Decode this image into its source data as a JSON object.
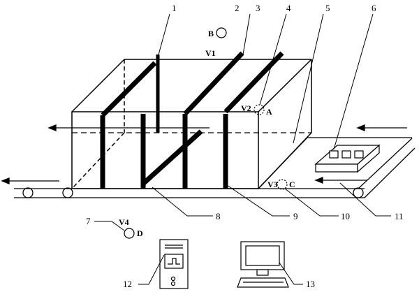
{
  "callouts": [
    {
      "id": "1",
      "text": "1"
    },
    {
      "id": "2",
      "text": "2"
    },
    {
      "id": "3",
      "text": "3"
    },
    {
      "id": "4",
      "text": "4"
    },
    {
      "id": "5",
      "text": "5"
    },
    {
      "id": "6",
      "text": "6"
    },
    {
      "id": "7",
      "text": "7"
    },
    {
      "id": "8",
      "text": "8"
    },
    {
      "id": "9",
      "text": "9"
    },
    {
      "id": "10",
      "text": "10"
    },
    {
      "id": "11",
      "text": "11"
    },
    {
      "id": "12",
      "text": "12"
    },
    {
      "id": "13",
      "text": "13"
    }
  ],
  "points": {
    "A": "A",
    "B": "B",
    "C": "C",
    "D": "D"
  },
  "velocities": {
    "V1": "V1",
    "V2": "V2",
    "V3": "V3",
    "V4": "V4"
  }
}
